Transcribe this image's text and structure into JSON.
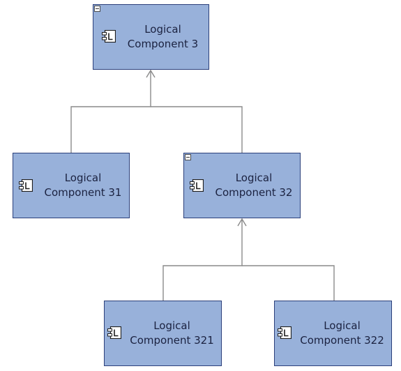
{
  "diagram": {
    "type": "logical-component-breakdown",
    "colors": {
      "node_fill": "#98b1da",
      "node_border": "#2b3f7a",
      "link": "#8a8a8a",
      "text": "#1b2240"
    },
    "nodes": [
      {
        "id": "lc3",
        "line1": "Logical",
        "line2": "Component 3",
        "collapsible": true,
        "icon": "logical-component-icon"
      },
      {
        "id": "lc31",
        "line1": "Logical",
        "line2": "Component 31",
        "collapsible": false,
        "icon": "logical-component-icon"
      },
      {
        "id": "lc32",
        "line1": "Logical",
        "line2": "Component 32",
        "collapsible": true,
        "icon": "logical-component-icon"
      },
      {
        "id": "lc321",
        "line1": "Logical",
        "line2": "Component 321",
        "collapsible": false,
        "icon": "logical-component-icon"
      },
      {
        "id": "lc322",
        "line1": "Logical",
        "line2": "Component 322",
        "collapsible": false,
        "icon": "logical-component-icon"
      }
    ],
    "edges": [
      {
        "from": "lc31",
        "to": "lc3"
      },
      {
        "from": "lc32",
        "to": "lc3"
      },
      {
        "from": "lc321",
        "to": "lc32"
      },
      {
        "from": "lc322",
        "to": "lc32"
      }
    ]
  }
}
